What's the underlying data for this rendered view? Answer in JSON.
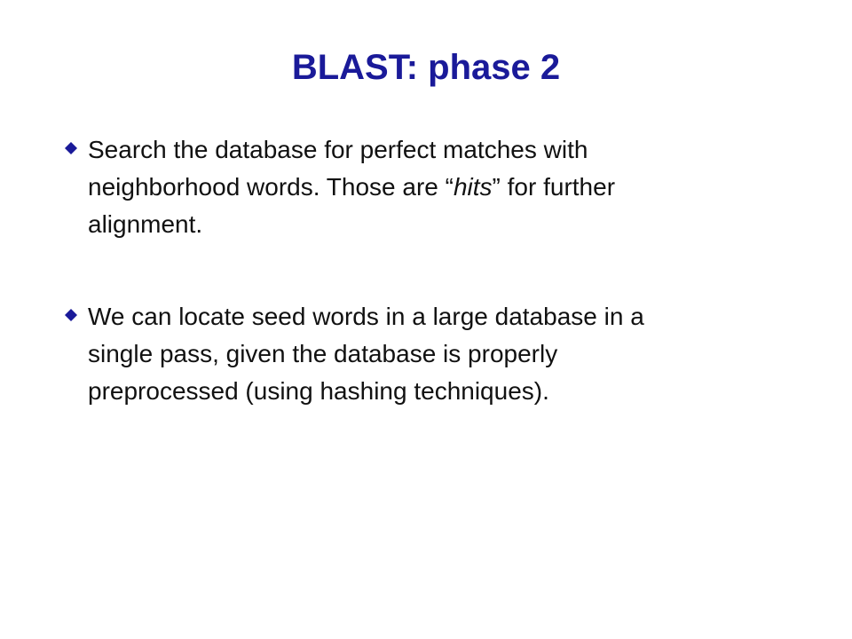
{
  "slide": {
    "title": "BLAST: phase 2",
    "bullet_marker_color": "#1a1a99",
    "title_color": "#1a1a99",
    "bullets": [
      {
        "icon": "diamond-bullet-icon",
        "lines": [
          "Search the database for perfect matches with",
          "neighborhood words. Those are “",
          "hits",
          "” for further",
          "alignment."
        ]
      },
      {
        "icon": "diamond-bullet-icon",
        "lines": [
          "We can locate seed words in a large database in a",
          "single pass, given the database is properly",
          "preprocessed (using hashing techniques)."
        ]
      }
    ]
  }
}
